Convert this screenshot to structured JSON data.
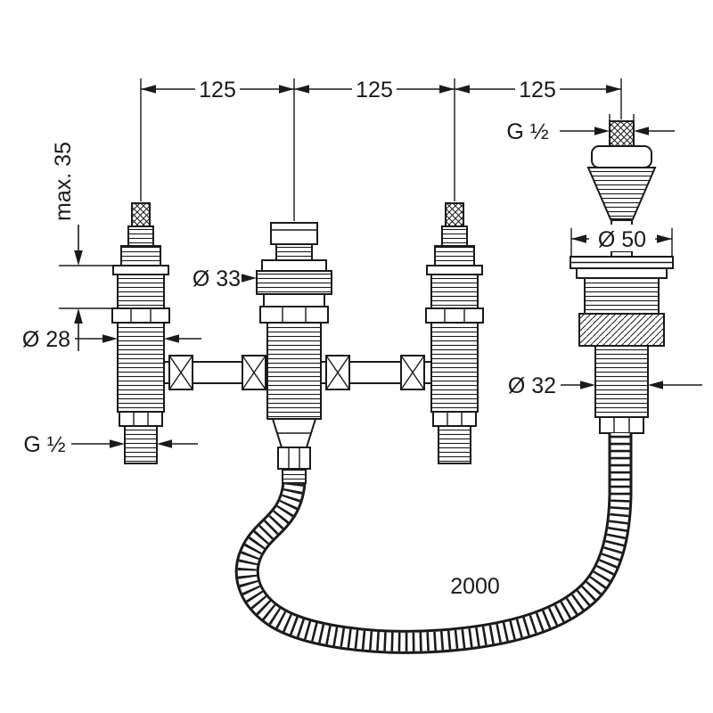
{
  "page": {
    "background": "#ffffff",
    "line_color": "#1a1a1a",
    "description_type": "technical-dimension-drawing"
  },
  "labels": {
    "dim_125_a": "125",
    "dim_125_b": "125",
    "dim_125_c": "125",
    "g_half_top": "G ½",
    "dia_50": "Ø 50",
    "max_35": "max. 35",
    "dia_33": "Ø 33",
    "dia_28": "Ø 28",
    "dia_32": "Ø 32",
    "g_half_bottom": "G ½",
    "hose_length": "2000"
  }
}
